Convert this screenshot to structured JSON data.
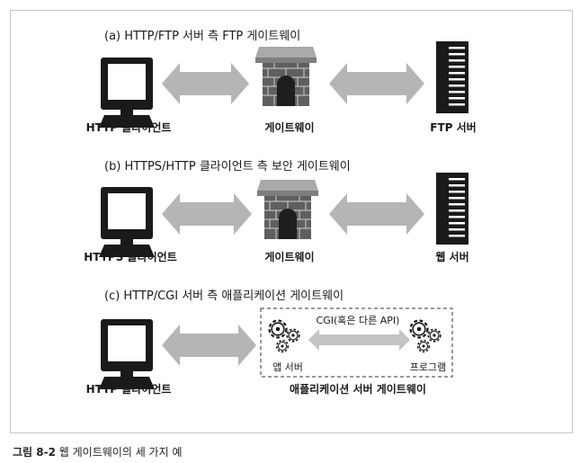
{
  "panels": [
    {
      "title": "(a) HTTP/FTP 서버 측 FTP 게이트웨이",
      "left_label": "HTTP 클라이언트",
      "middle_label": "게이트웨이",
      "right_label": "FTP 서버"
    },
    {
      "title": "(b) HTTPS/HTTP 클라이언트 측 보안 게이트웨이",
      "left_label": "HTTPS 클라이언트",
      "middle_label": "게이트웨이",
      "right_label": "웹 서버"
    },
    {
      "title": "(c) HTTP/CGI 서버 측 애플리케이션 게이트웨이",
      "left_label": "HTTP 클라이언트",
      "box_label": "애플리케이션 서버 게이트웨이",
      "app_server_label": "앱 서버",
      "program_label": "프로그램",
      "cgi_label": "CGI(혹은 다른 API)"
    }
  ],
  "caption": {
    "number": "그림 8-2",
    "text": "웹 게이트웨이의 세 가지 예"
  },
  "colors": {
    "arrow": "#b5b5b5",
    "stone": "#8c8c8c",
    "brick": "#6e6e6e",
    "dark": "#1a1a1a"
  }
}
